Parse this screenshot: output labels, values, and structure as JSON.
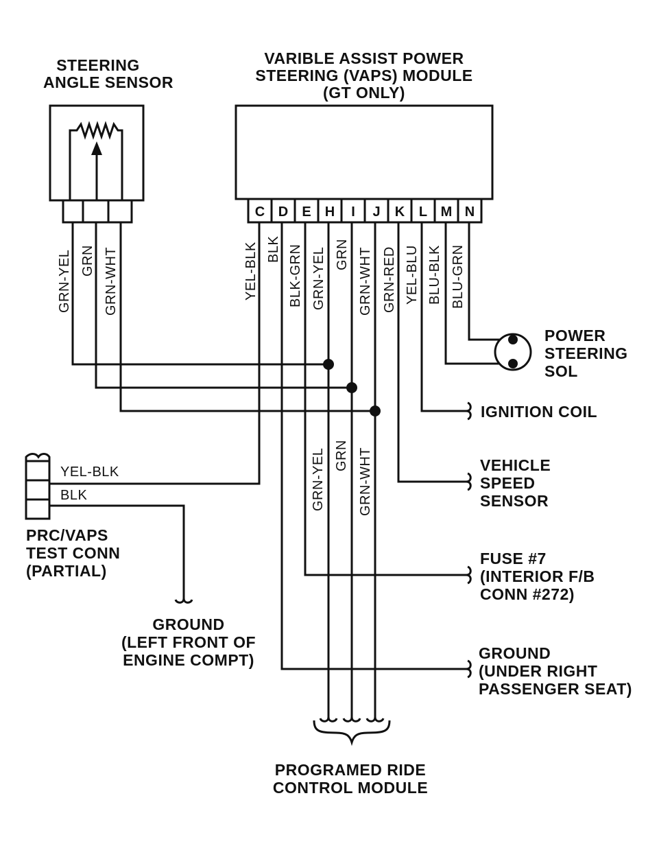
{
  "steering_sensor": {
    "title_line1": "STEERING",
    "title_line2": "ANGLE SENSOR",
    "wires": [
      "GRN-YEL",
      "GRN",
      "GRN-WHT"
    ]
  },
  "module": {
    "title_line1": "VARIBLE ASSIST POWER",
    "title_line2": "STEERING (VAPS) MODULE",
    "title_line3": "(GT ONLY)",
    "pins": [
      "C",
      "D",
      "E",
      "H",
      "I",
      "J",
      "K",
      "L",
      "M",
      "N"
    ],
    "wires": [
      "YEL-BLK",
      "BLK",
      "BLK-GRN",
      "GRN-YEL",
      "GRN",
      "GRN-WHT",
      "GRN-RED",
      "YEL-BLU",
      "BLU-BLK",
      "BLU-GRN"
    ]
  },
  "power_steering_sol": {
    "line1": "POWER",
    "line2": "STEERING",
    "line3": "SOL"
  },
  "ignition_coil": {
    "label": "IGNITION COIL"
  },
  "vehicle_speed_sensor": {
    "line1": "VEHICLE",
    "line2": "SPEED",
    "line3": "SENSOR"
  },
  "test_conn": {
    "wire1": "YEL-BLK",
    "wire2": "BLK",
    "line1": "PRC/VAPS",
    "line2": "TEST CONN",
    "line3": "(PARTIAL)"
  },
  "middle_wires": [
    "GRN-YEL",
    "GRN",
    "GRN-WHT"
  ],
  "fuse": {
    "line1": "FUSE #7",
    "line2": "(INTERIOR F/B",
    "line3": "CONN #272)"
  },
  "ground_left": {
    "line1": "GROUND",
    "line2": "(LEFT FRONT OF",
    "line3": "ENGINE COMPT)"
  },
  "ground_right": {
    "line1": "GROUND",
    "line2": "(UNDER RIGHT",
    "line3": "PASSENGER SEAT)"
  },
  "prc_module": {
    "line1": "PROGRAMED RIDE",
    "line2": "CONTROL MODULE"
  }
}
